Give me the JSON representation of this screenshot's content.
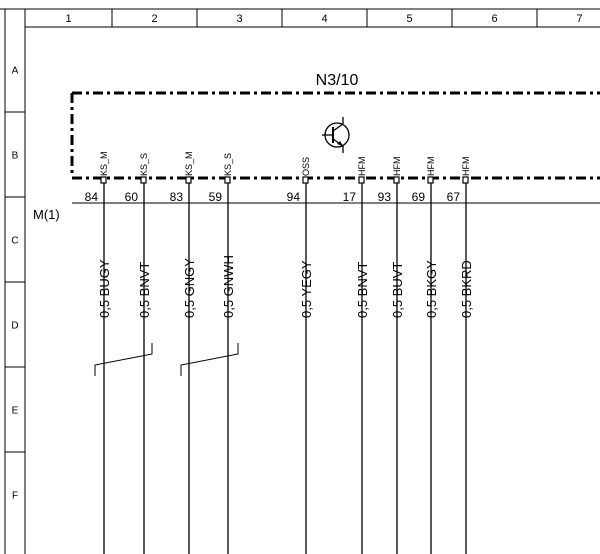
{
  "component": {
    "name": "N3/10",
    "color": "#1f1fd6"
  },
  "ground_label": "M(1)",
  "columns": [
    "1",
    "2",
    "3",
    "4",
    "5",
    "6",
    "7"
  ],
  "rows": [
    "A",
    "B",
    "C",
    "D",
    "E",
    "F"
  ],
  "pins": [
    {
      "name": "KS_M",
      "number": "84",
      "wire": "0,5 BUGY"
    },
    {
      "name": "KS_S",
      "number": "60",
      "wire": "0,5 BNVT"
    },
    {
      "name": "KS_M",
      "number": "83",
      "wire": "0,5 GNGY"
    },
    {
      "name": "KS_S",
      "number": "59",
      "wire": "0,5 GNWH"
    },
    {
      "name": "OSS",
      "number": "94",
      "wire": "0,5 YEGY"
    },
    {
      "name": "HFM",
      "number": "17",
      "wire": "0,5 BNVT"
    },
    {
      "name": "HFM",
      "number": "93",
      "wire": "0,5 BUVT"
    },
    {
      "name": "HFM",
      "number": "69",
      "wire": "0,5 BKGY"
    },
    {
      "name": "HFM",
      "number": "67",
      "wire": "0,5 BKRD"
    }
  ]
}
